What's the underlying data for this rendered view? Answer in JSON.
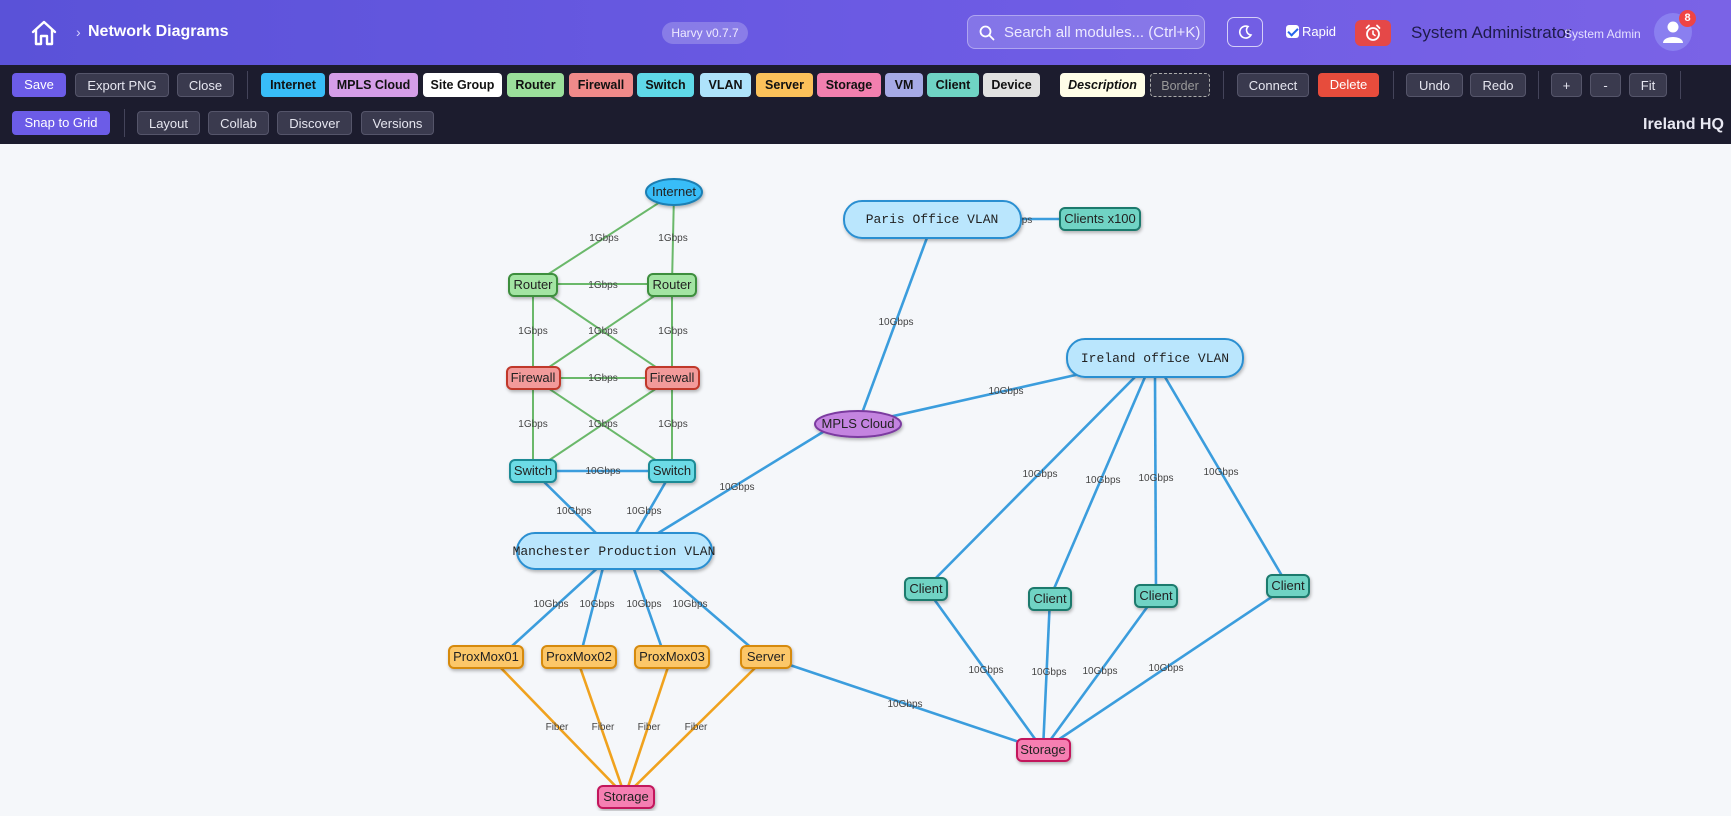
{
  "header": {
    "breadcrumb_sep": "›",
    "title": "Network Diagrams",
    "version": "Harvy v0.7.7",
    "search_placeholder": "Search all modules... (Ctrl+K)",
    "rapid_label": "Rapid",
    "rapid_checked": true,
    "user_name": "System Administrator",
    "user_role": "System Admin",
    "notification_count": "8"
  },
  "toolbar": {
    "save": "Save",
    "export": "Export PNG",
    "close": "Close",
    "chips": {
      "internet": "Internet",
      "mpls": "MPLS Cloud",
      "site_group": "Site Group",
      "router": "Router",
      "firewall": "Firewall",
      "switch": "Switch",
      "vlan": "VLAN",
      "server": "Server",
      "storage": "Storage",
      "vm": "VM",
      "client": "Client",
      "device": "Device",
      "description": "Description",
      "border": "Border"
    },
    "connect": "Connect",
    "delete": "Delete",
    "undo": "Undo",
    "redo": "Redo",
    "zoom_in": "+",
    "zoom_out": "-",
    "fit": "Fit",
    "snap": "Snap to Grid",
    "layout": "Layout",
    "collab": "Collab",
    "discover": "Discover",
    "versions": "Versions",
    "site_title": "Ireland HQ"
  },
  "colors": {
    "internet": "#38bdf8",
    "mpls": "#c084fc",
    "router": "#86efac",
    "firewall": "#f87171",
    "switch": "#5eead4",
    "vlan": "#bae6fd",
    "server": "#fcd34d",
    "storage": "#f472b6",
    "client": "#5eead4",
    "link_green": "#6ab86a",
    "link_blue": "#3b9ddd",
    "link_fiber": "#f0a21e"
  },
  "diagram": {
    "nodes": {
      "internet": "Internet",
      "router_left": "Router",
      "router_right": "Router",
      "firewall_left": "Firewall",
      "firewall_right": "Firewall",
      "switch_left": "Switch",
      "switch_right": "Switch",
      "manchester_vlan": "Manchester Production VLAN",
      "proxmox01": "ProxMox01",
      "proxmox02": "ProxMox02",
      "proxmox03": "ProxMox03",
      "server": "Server",
      "storage_manchester": "Storage",
      "paris_vlan": "Paris Office VLAN",
      "clients_x100": "Clients x100",
      "mpls_cloud": "MPLS Cloud",
      "ireland_vlan": "Ireland office VLAN",
      "client1": "Client",
      "client2": "Client",
      "client3": "Client",
      "client4": "Client",
      "storage_ireland": "Storage"
    },
    "links": {
      "l_1gbps": "1Gbps",
      "l_10gbps": "10Gbps",
      "l_fiber": "Fiber",
      "l_paris_clients": "ps"
    }
  }
}
